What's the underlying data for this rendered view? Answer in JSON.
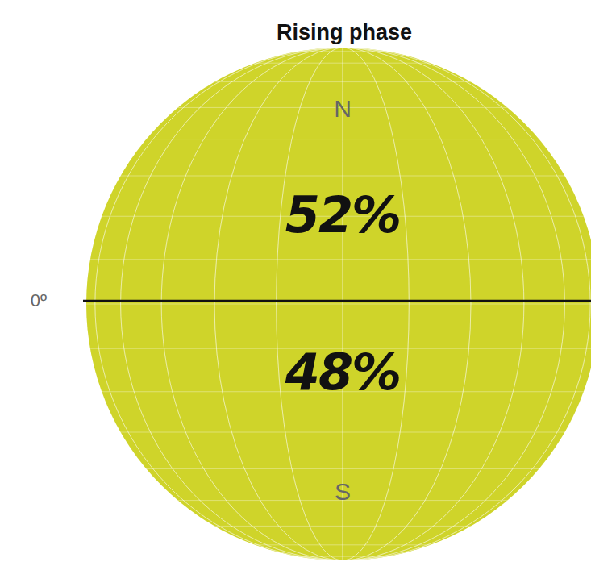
{
  "diagram": {
    "title": "Rising phase",
    "nodes": [
      {
        "text": [
          "N",
          "52%",
          "48%",
          "S"
        ]
      }
    ],
    "labels": [
      "0º"
    ]
  }
}
